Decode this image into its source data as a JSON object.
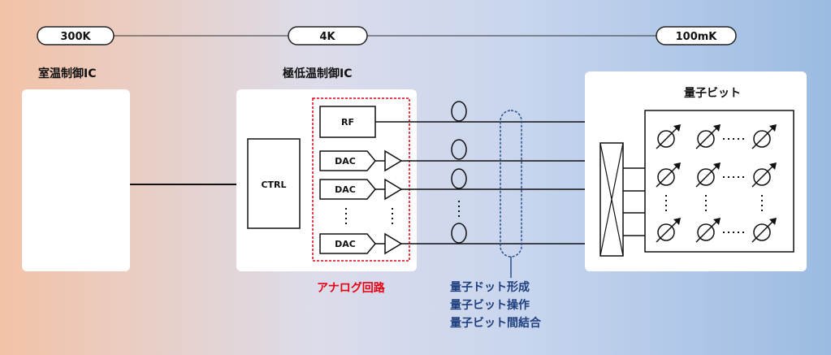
{
  "temperatures": [
    "300K",
    "4K",
    "100mK"
  ],
  "labels": {
    "room_ic": "室温制御IC",
    "cryo_ic": "極低温制御IC",
    "qubit_title": "量子ビット",
    "ctrl": "CTRL",
    "rf": "RF",
    "dac": "DAC",
    "analog": "アナログ回路"
  },
  "notes": [
    "量子ドット形成",
    "量子ビット操作",
    "量子ビット間結合"
  ],
  "colors": {
    "analog_border": "#e60012",
    "notes": "#1f3f7f"
  }
}
